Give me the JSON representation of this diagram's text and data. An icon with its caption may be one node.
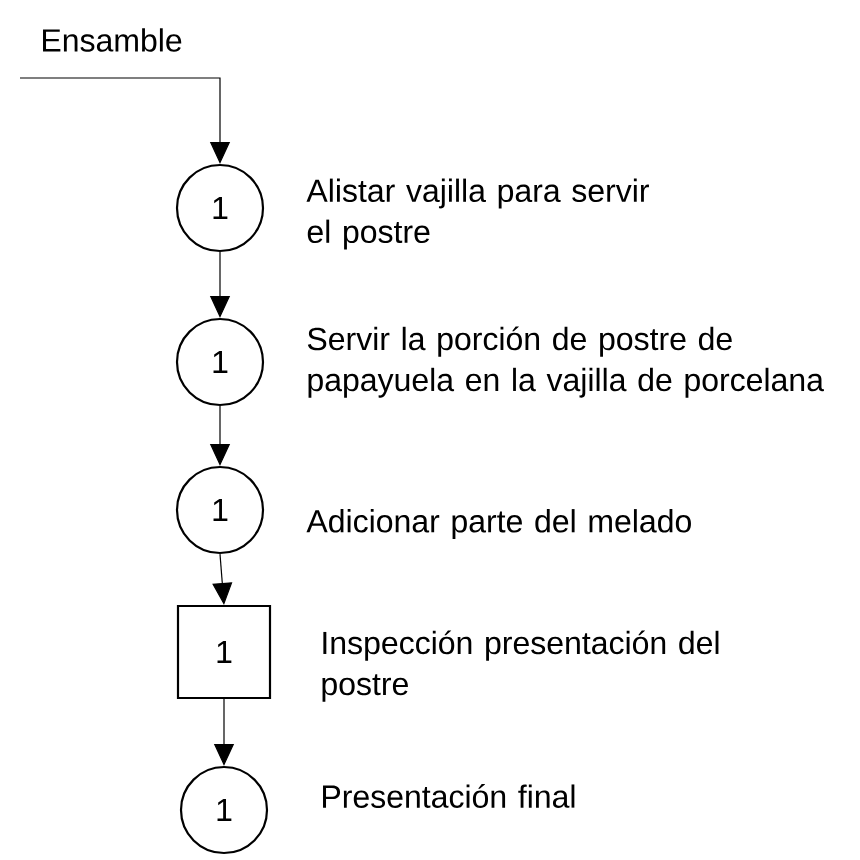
{
  "diagram": {
    "nodes": [
      {
        "text": [
          "1"
        ],
        "beside": [
          "Alistar vajilla para servir el postre"
        ]
      },
      {
        "text": [
          "1"
        ],
        "beside": [
          "Servir la porción de postre de papayuela en la vajilla de porcelana"
        ]
      },
      {
        "text": [
          "1"
        ],
        "beside": [
          "Adicionar parte del melado"
        ]
      },
      {
        "text": [
          "1"
        ],
        "beside": [
          "Inspección presentación del postre"
        ]
      },
      {
        "text": [
          "1"
        ],
        "beside": [
          "Presentación final"
        ]
      }
    ],
    "edges": [
      {
        "from": null,
        "to": 0,
        "arrow": "to"
      },
      {
        "from": 0,
        "to": 1,
        "arrow": "to"
      },
      {
        "from": 1,
        "to": 2,
        "arrow": "to"
      },
      {
        "from": 2,
        "to": 3,
        "arrow": "to"
      },
      {
        "from": 3,
        "to": 4,
        "arrow": "to"
      }
    ],
    "labels": [
      "Ensamble"
    ]
  }
}
